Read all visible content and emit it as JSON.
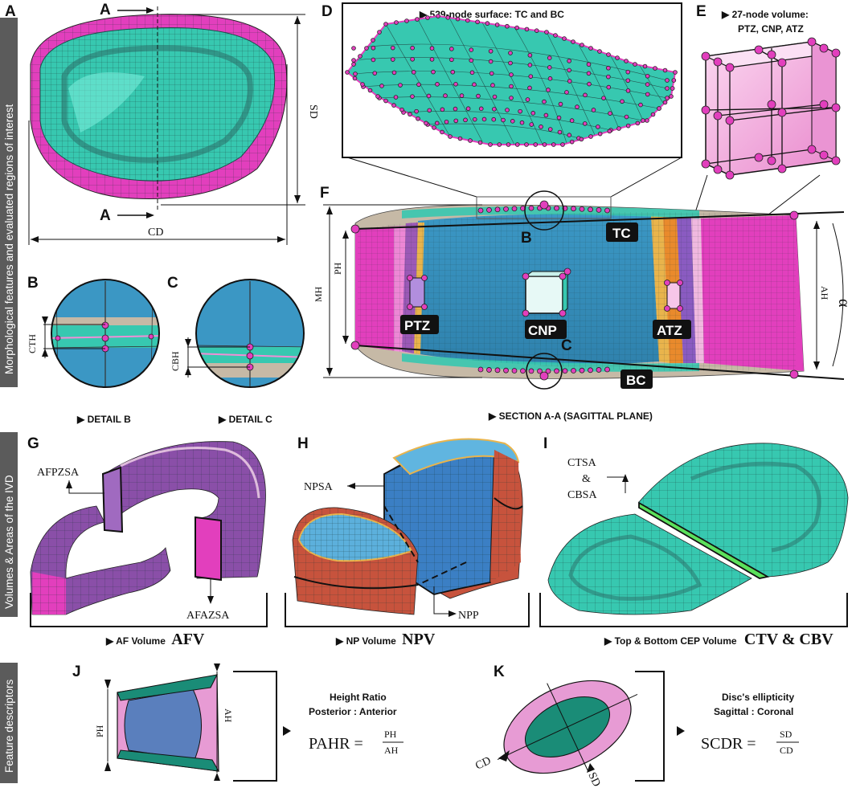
{
  "panels": {
    "A": {
      "letter": "A",
      "section_a_top": "A",
      "section_a_bottom": "A",
      "sd": "SD",
      "cd": "CD"
    },
    "B": {
      "letter": "B",
      "cth": "CTH",
      "caption": "▶ DETAIL B"
    },
    "C": {
      "letter": "C",
      "cbh": "CBH",
      "caption": "▶ DETAIL C"
    },
    "D": {
      "letter": "D",
      "title": "▶ 529-node surface: TC and BC"
    },
    "E": {
      "letter": "E",
      "title_line1": "▶ 27-node volume:",
      "title_line2": "PTZ, CNP, ATZ"
    },
    "F": {
      "letter": "F",
      "mh": "MH",
      "ph": "PH",
      "ah": "AH",
      "alpha": "α",
      "detail_b": "B",
      "detail_c": "C",
      "tc": "TC",
      "bc": "BC",
      "ptz": "PTZ",
      "cnp": "CNP",
      "atz": "ATZ",
      "caption": "▶ SECTION A-A (SAGITTAL PLANE)"
    },
    "G": {
      "letter": "G",
      "afpzsa": "AFPZSA",
      "afazsa": "AFAZSA",
      "caption_prefix": "▶ AF Volume",
      "caption_symbol": "AFV"
    },
    "H": {
      "letter": "H",
      "npsa": "NPSA",
      "npp": "NPP",
      "caption_prefix": "▶ NP Volume",
      "caption_symbol": "NPV"
    },
    "I": {
      "letter": "I",
      "ctsa": "CTSA",
      "amp": "&",
      "cbsa": "CBSA",
      "caption_prefix": "▶ Top & Bottom CEP Volume",
      "caption_symbol": "CTV & CBV"
    },
    "J": {
      "letter": "J",
      "ph": "PH",
      "ah": "AH",
      "heading_line1": "Height Ratio",
      "heading_line2": "Posterior : Anterior",
      "formula_lhs": "PAHR =",
      "num": "PH",
      "den": "AH"
    },
    "K": {
      "letter": "K",
      "cd": "CD",
      "sd": "SD",
      "heading_line1": "Disc's ellipticity",
      "heading_line2": "Sagittal : Coronal",
      "formula_lhs": "SCDR =",
      "num": "SD",
      "den": "CD"
    }
  },
  "side_labels": {
    "morphology": "Morphological features and evaluated regions of interest",
    "volumes": "Volumes & Areas of the IVD",
    "descriptors": "Feature descriptors"
  },
  "colors": {
    "af_magenta": "#e23fbd",
    "np_blue": "#3b97c4",
    "cep_teal": "#37c8b0",
    "sidebar_grey": "#5b5b5b",
    "node_magenta": "#e23fbd",
    "ptz_purple": "#8a5bc1",
    "transition_orange": "#e98a2c",
    "j_pink": "#e79bd4",
    "j_blue": "#5a7fbd",
    "j_teal": "#1a8c77"
  }
}
